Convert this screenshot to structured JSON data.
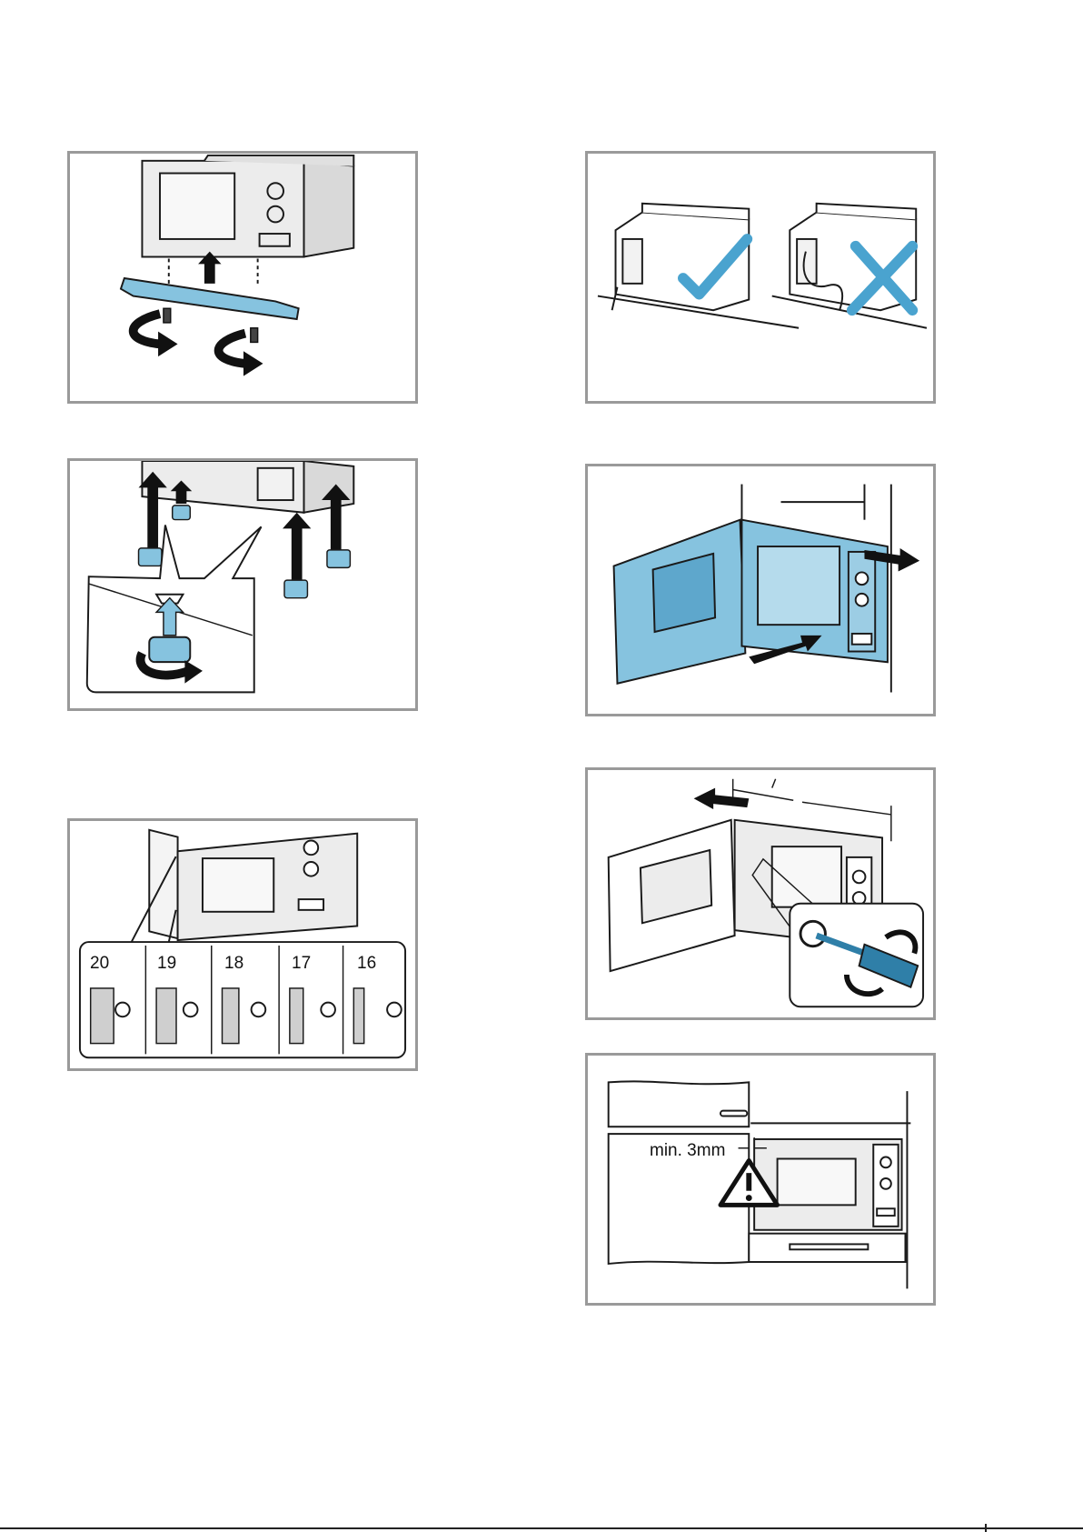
{
  "figures": {
    "panel_3": {
      "depth_settings": [
        {
          "label": "20"
        },
        {
          "label": "19"
        },
        {
          "label": "18"
        },
        {
          "label": "17"
        },
        {
          "label": "16"
        }
      ]
    },
    "panel_7": {
      "clearance_label": "min. 3mm"
    }
  },
  "colors": {
    "accent_blue": "#86c3df",
    "accent_blue_dark": "#2f7fa8",
    "appliance_gray": "#e6e6e6",
    "outline": "#1a1a1a",
    "frame": "#9a9a9a"
  },
  "icons": [
    "check-icon",
    "cross-icon",
    "warning-icon",
    "arrow-icon",
    "rotate-icon"
  ]
}
